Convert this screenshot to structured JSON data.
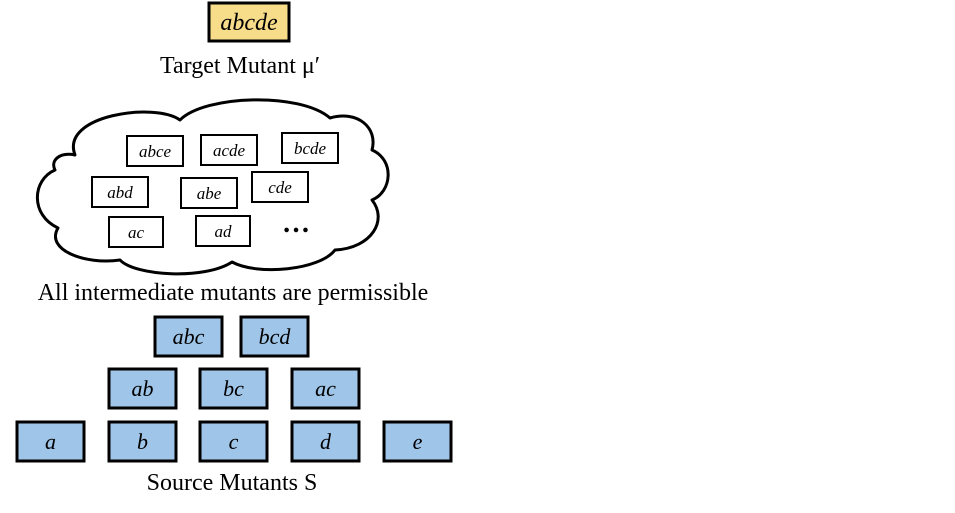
{
  "target": {
    "label": "abcde",
    "caption": "Target Mutant μ′",
    "fill": "#f7dc8a"
  },
  "intermediate": {
    "items": [
      "abce",
      "acde",
      "bcde",
      "abd",
      "abe",
      "cde",
      "ac",
      "ad"
    ],
    "ellipsis": "…",
    "caption": "All intermediate mutants are permissible"
  },
  "source": {
    "rows": [
      [
        "abc",
        "bcd"
      ],
      [
        "ab",
        "bc",
        "ac"
      ],
      [
        "a",
        "b",
        "c",
        "d",
        "e"
      ]
    ],
    "caption": "Source Mutants S",
    "fill": "#9fc5e8"
  },
  "colors": {
    "stroke": "#000000",
    "cloud_fill": "#ffffff"
  }
}
